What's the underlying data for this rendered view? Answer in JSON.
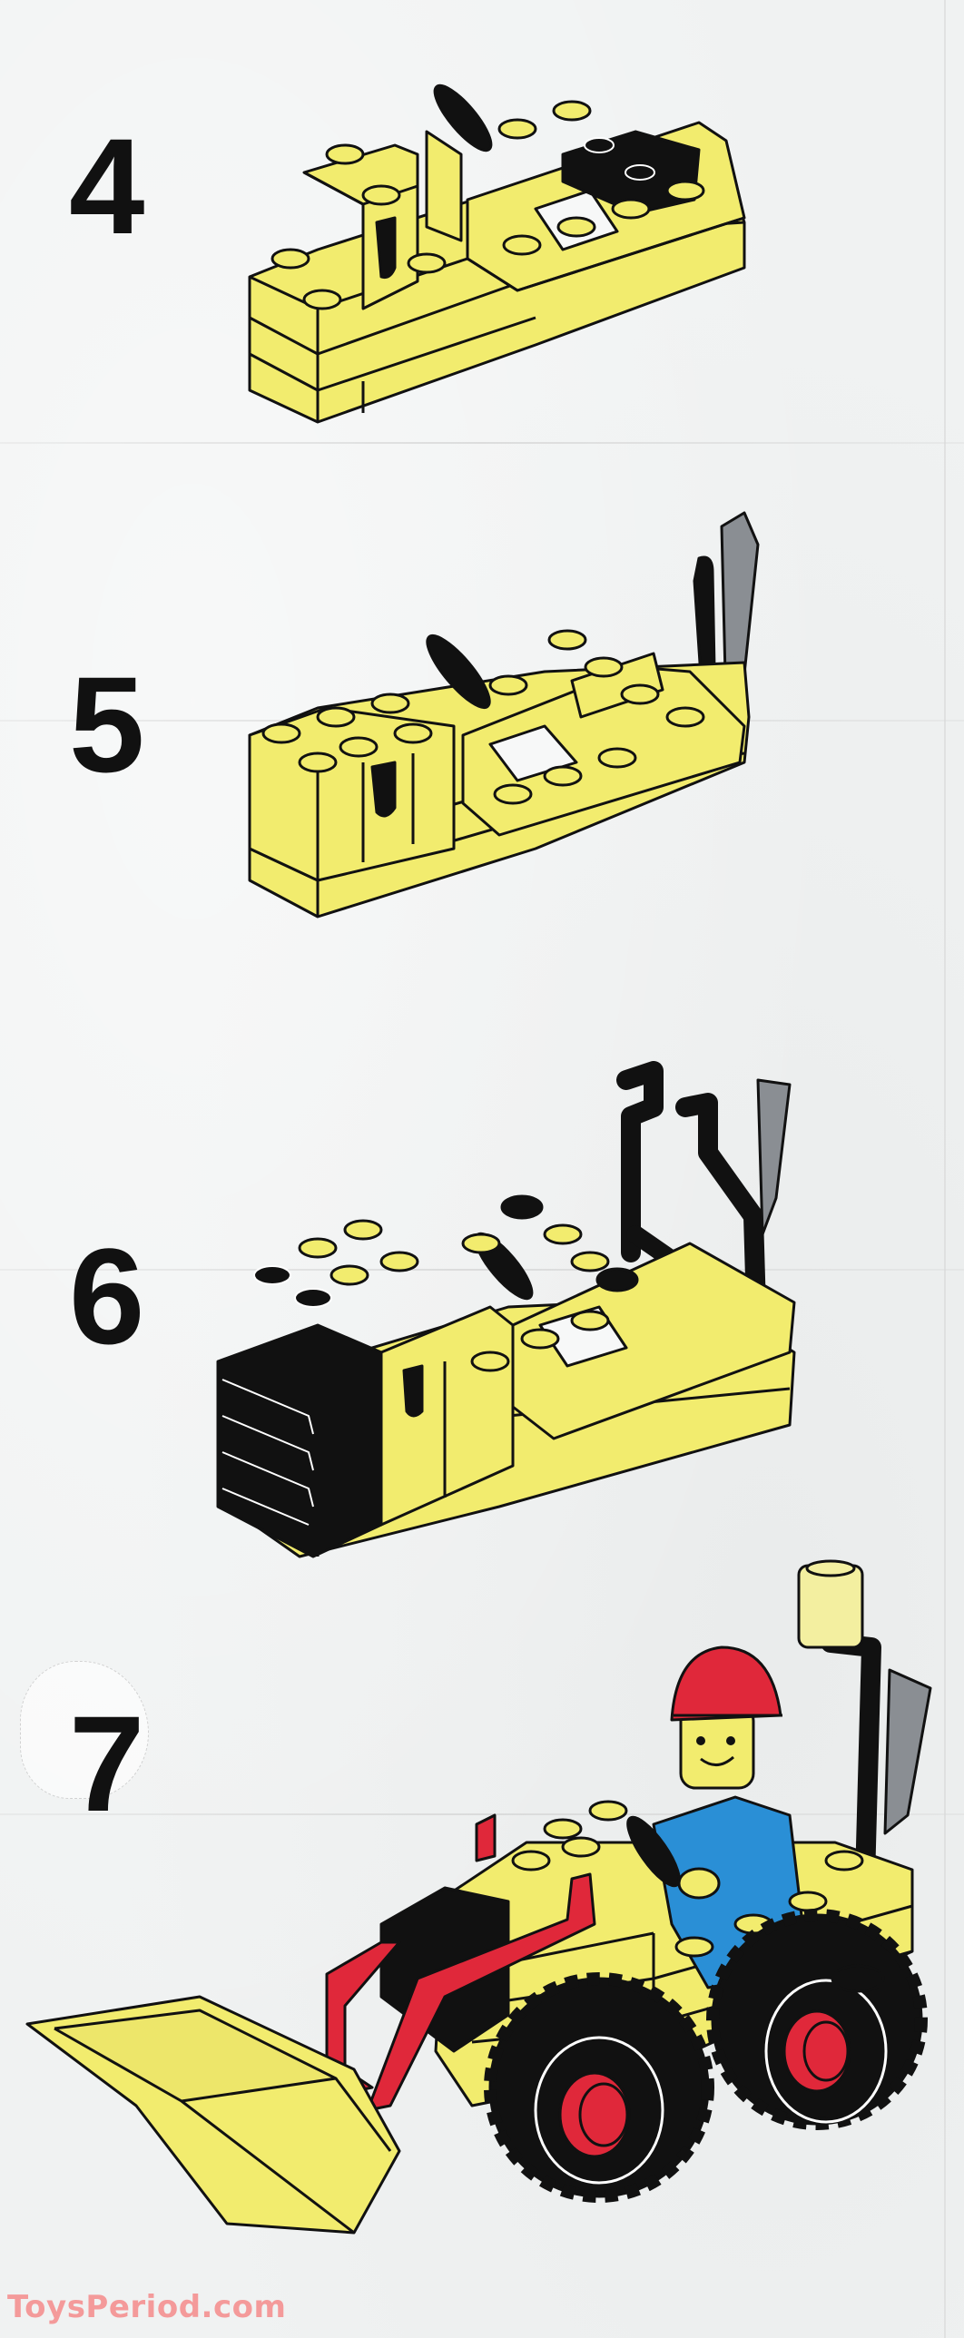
{
  "document": {
    "type": "LEGO building instructions page",
    "colors": {
      "paper": "#f0f2f2",
      "brick_yellow": "#f2ec6e",
      "brick_yellow_shade": "#e4dc52",
      "black": "#111111",
      "red": "#e0283a",
      "blue": "#2a8fd6",
      "gray": "#8a8e93",
      "trans_yellow": "#f3efa0",
      "watermark": "#f49a9a"
    }
  },
  "steps": [
    {
      "number": "4",
      "description": "Yellow base with steering wheel and black hinge plate"
    },
    {
      "number": "5",
      "description": "Base with wrench and shovel tools added"
    },
    {
      "number": "6",
      "description": "Black grille plates and black bar holder added"
    },
    {
      "number": "7",
      "description": "Completed front loader with minifigure, red arms, yellow bucket and black tires with red hubs"
    }
  ],
  "watermark": {
    "text": "ToysPeriod.com"
  }
}
